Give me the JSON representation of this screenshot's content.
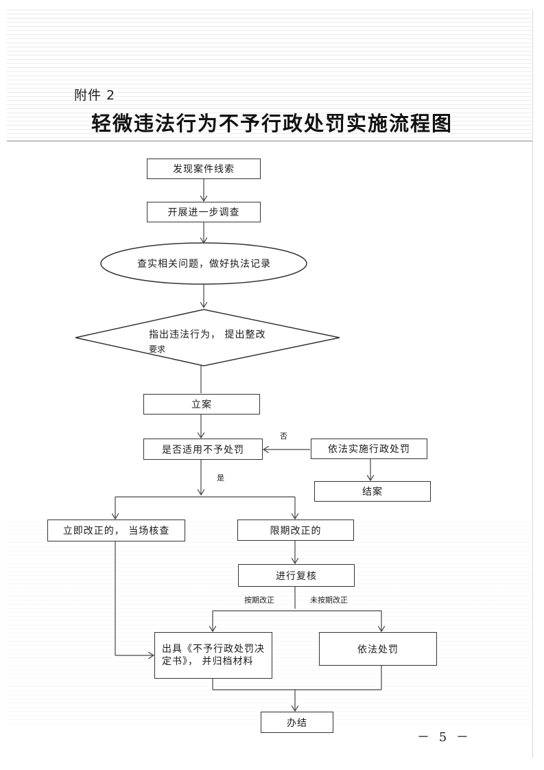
{
  "header": {
    "attachment": "附件 2",
    "title": "轻微违法行为不予行政处罚实施流程图"
  },
  "nodes": {
    "discover": "发现案件线索",
    "investigate": "开展进一步调查",
    "verify": "查实相关问题，做好执法记录",
    "point_out_line1": "指出违法行为，  提出整改",
    "point_out_line2": "要求",
    "file_case": "立案",
    "applicable": "是否适用不予处罚",
    "penalize_by_law": "依法实施行政处罚",
    "close_case": "结案",
    "immediate_fix": "立即改正的，  当场核查",
    "deadline_fix": "限期改正的",
    "recheck": "进行复核",
    "issue_decision": "出具《不予行政处罚决定书》，  并归档材料",
    "punish": "依法处罚",
    "finish": "办结"
  },
  "edge_labels": {
    "no": "否",
    "yes": "是",
    "fixed_on_time": "按期改正",
    "not_fixed_on_time": "未按期改正"
  },
  "footer": {
    "page_number": "－ 5 －"
  }
}
